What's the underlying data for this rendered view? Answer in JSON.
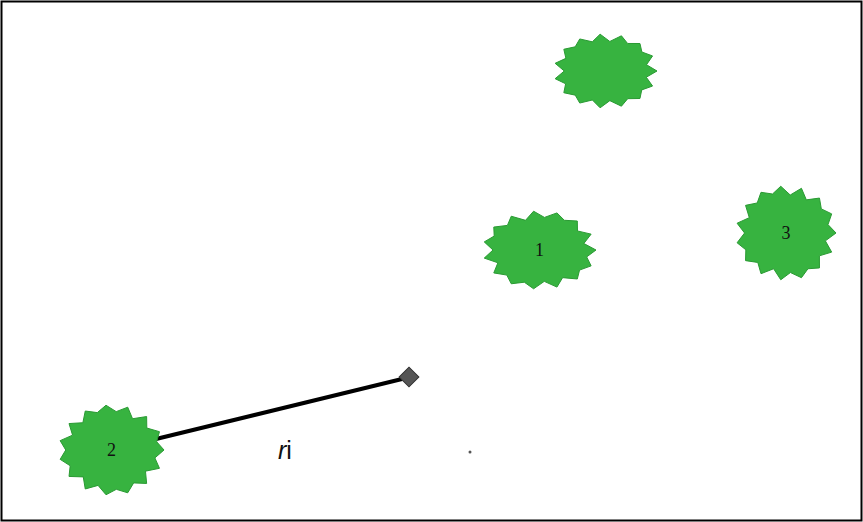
{
  "diagram": {
    "nodes": [
      {
        "text": [
          "1"
        ]
      },
      {
        "text": [
          "3"
        ]
      },
      {
        "text": [
          "2"
        ]
      }
    ],
    "labels": [
      "ri"
    ]
  }
}
